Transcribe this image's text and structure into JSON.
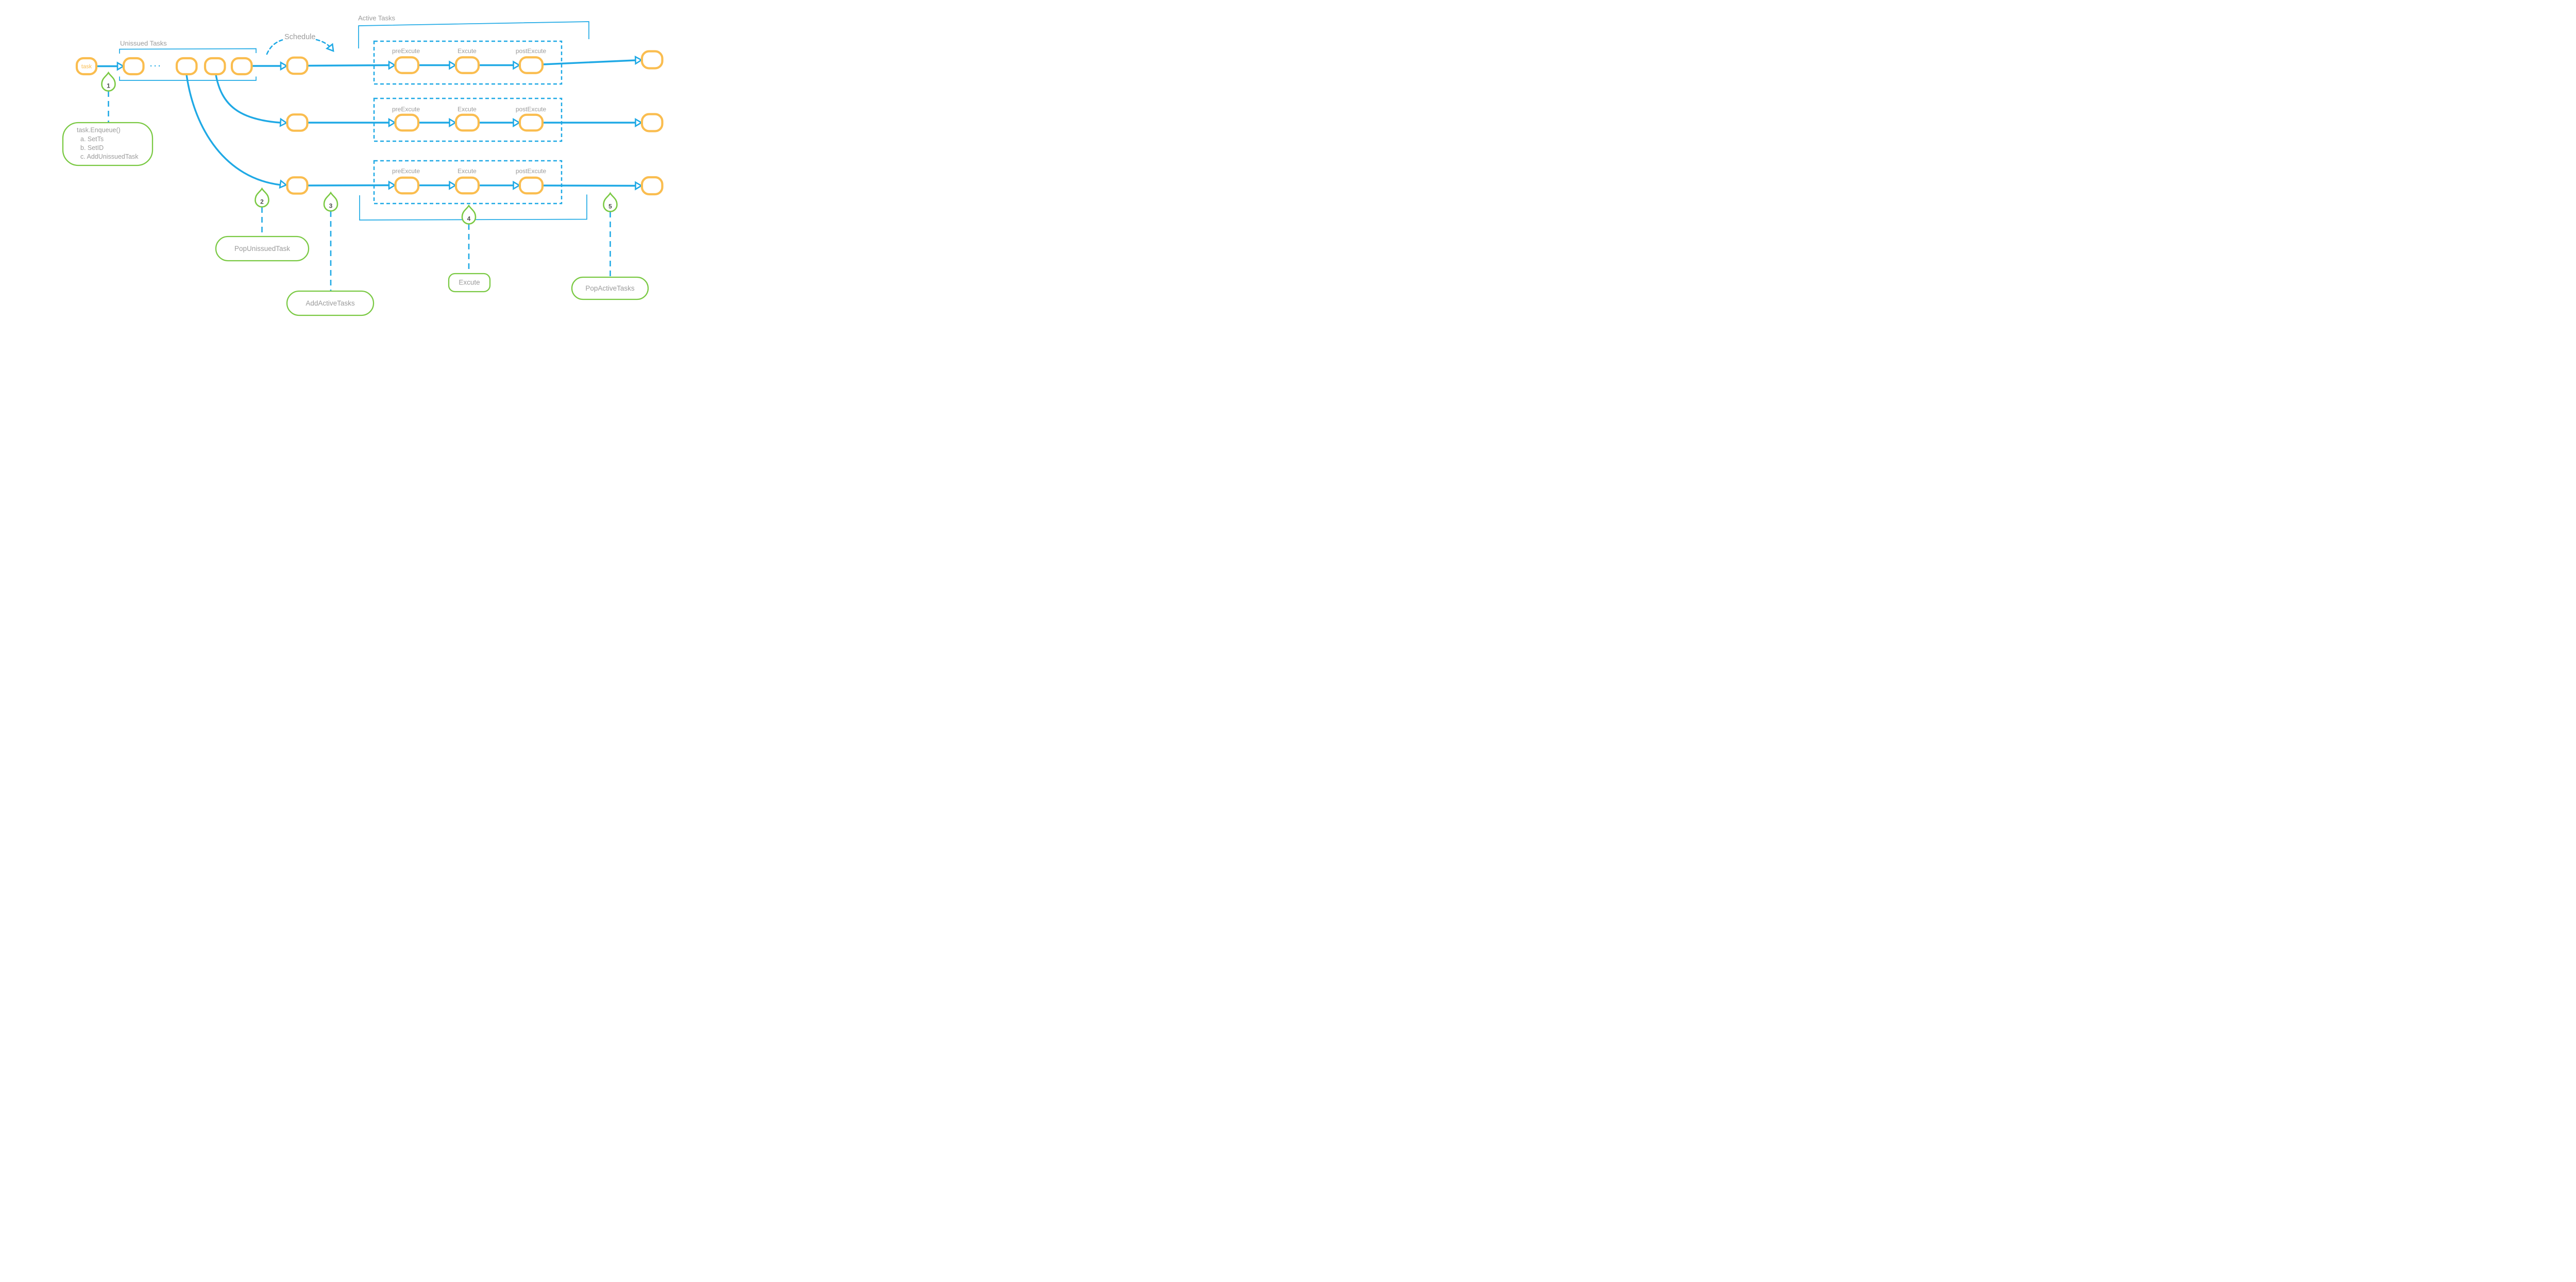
{
  "diagram": {
    "title_labels": {
      "unissued_tasks": "Unissued Tasks",
      "schedule": "Schedule",
      "active_tasks": "Active Tasks"
    },
    "task_node_label": "task",
    "queue_ellipsis": "···",
    "stages": [
      "preExcute",
      "Excute",
      "postExcute"
    ],
    "markers": [
      {
        "number": "1",
        "note_lines": [
          "task.Enqueue()",
          "a. SetTs",
          "b. SetID",
          "c. AddUnissuedTask"
        ]
      },
      {
        "number": "2",
        "note": "PopUnissuedTask"
      },
      {
        "number": "3",
        "note": "AddActiveTasks"
      },
      {
        "number": "4",
        "note": "Excute"
      },
      {
        "number": "5",
        "note": "PopActiveTasks"
      }
    ],
    "colors": {
      "blue": "#1FA9E5",
      "orange": "#FABD4F",
      "green": "#7AC943",
      "label_gray": "#9B9B9B",
      "marker_text": "#4D4D4D"
    }
  }
}
